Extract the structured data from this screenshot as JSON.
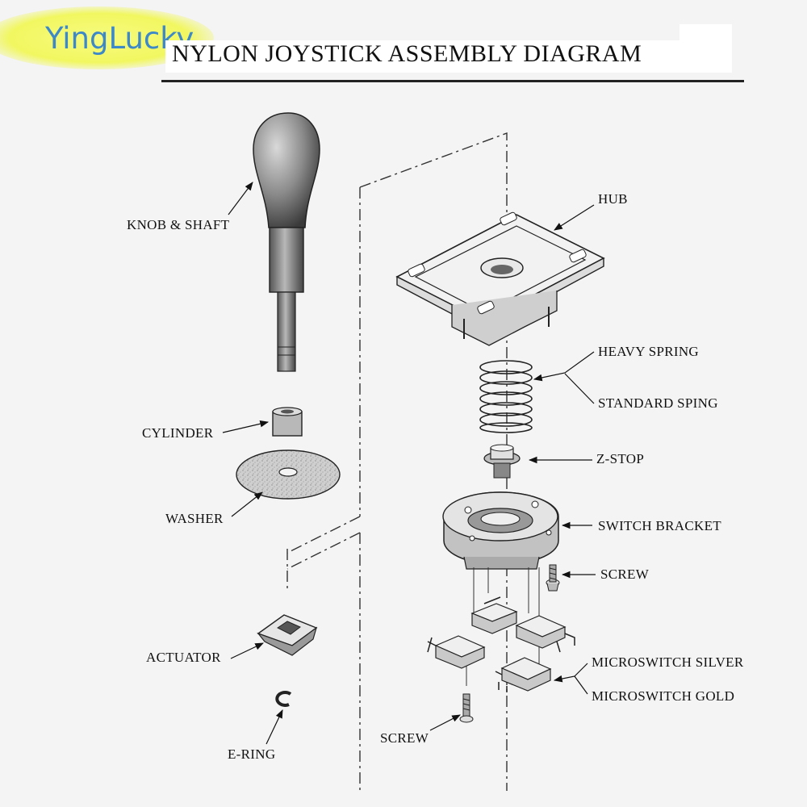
{
  "brand": {
    "name": "YingLucky"
  },
  "title": "NYLON JOYSTICK ASSEMBLY DIAGRAM",
  "labels": {
    "knob_shaft": "KNOB & SHAFT",
    "cylinder": "CYLINDER",
    "washer": "WASHER",
    "actuator": "ACTUATOR",
    "e_ring": "E-RING",
    "hub": "HUB",
    "heavy_spring": "HEAVY SPRING",
    "standard_spring": "STANDARD SPING",
    "z_stop": "Z-STOP",
    "switch_bracket": "SWITCH BRACKET",
    "screw_bracket": "SCREW",
    "microswitch_silver": "MICROSWITCH SILVER",
    "microswitch_gold": "MICROSWITCH GOLD",
    "screw_bottom": "SCREW"
  },
  "colors": {
    "brand_text": "#3d88c8",
    "brand_badge": "#f1f760",
    "ink": "#111111"
  }
}
